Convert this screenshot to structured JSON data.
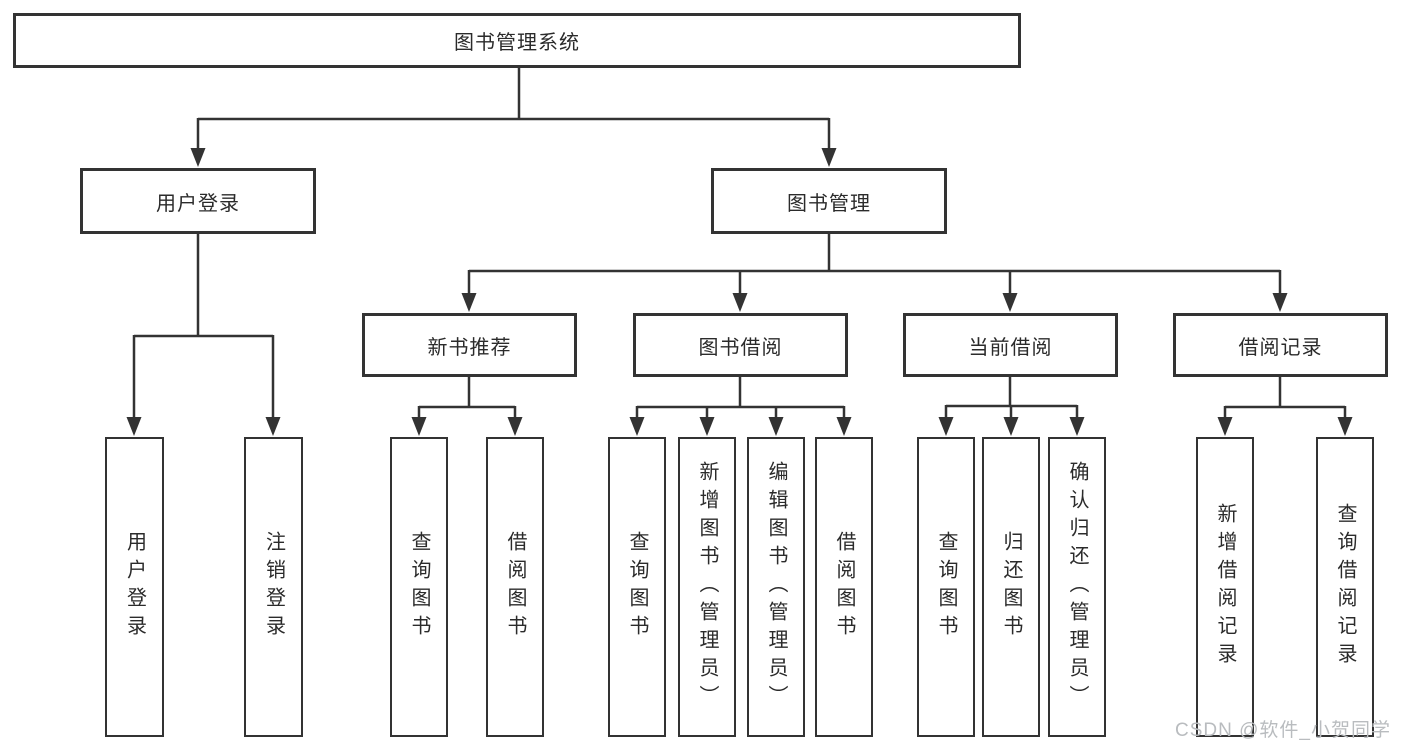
{
  "diagram": {
    "title": "图书管理系统",
    "watermark": "CSDN @软件_小贺同学",
    "colors": {
      "line": "#333333",
      "box_border": "#333333",
      "text": "#2b2b2b",
      "watermark": "#b9bcbf",
      "background": "#ffffff"
    },
    "nodes": {
      "root": {
        "label": "图书管理系统"
      },
      "level2": [
        {
          "label": "用户登录"
        },
        {
          "label": "图书管理"
        }
      ],
      "level3": [
        {
          "label": "新书推荐"
        },
        {
          "label": "图书借阅"
        },
        {
          "label": "当前借阅"
        },
        {
          "label": "借阅记录"
        }
      ],
      "leaves": [
        {
          "label": "用户登录",
          "parent": "用户登录"
        },
        {
          "label": "注销登录",
          "parent": "用户登录"
        },
        {
          "label": "查询图书",
          "parent": "新书推荐"
        },
        {
          "label": "借阅图书",
          "parent": "新书推荐"
        },
        {
          "label": "查询图书",
          "parent": "图书借阅"
        },
        {
          "label": "新增图书（管理员）",
          "parent": "图书借阅"
        },
        {
          "label": "编辑图书（管理员）",
          "parent": "图书借阅"
        },
        {
          "label": "借阅图书",
          "parent": "图书借阅"
        },
        {
          "label": "查询图书",
          "parent": "当前借阅"
        },
        {
          "label": "归还图书",
          "parent": "当前借阅"
        },
        {
          "label": "确认归还（管理员）",
          "parent": "当前借阅"
        },
        {
          "label": "新增借阅记录",
          "parent": "借阅记录"
        },
        {
          "label": "查询借阅记录",
          "parent": "借阅记录"
        }
      ]
    }
  }
}
